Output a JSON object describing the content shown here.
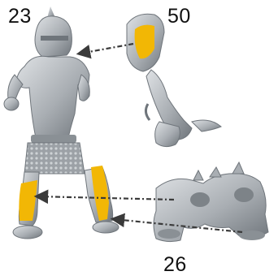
{
  "part_numbers": [
    "23",
    "50",
    "26"
  ],
  "colors": {
    "background": "#ffffff",
    "part_gray": "#a9aeb3",
    "part_shadow": "#6f757b",
    "part_highlight": "#dfe2e5",
    "highlight_fill": "#f2b705",
    "arrow": "#3a3a3a"
  },
  "icons": {
    "main_figure": "miniature-figure-icon",
    "part_50": "shoulder-arm-part-icon",
    "part_26": "legs-part-icon"
  }
}
